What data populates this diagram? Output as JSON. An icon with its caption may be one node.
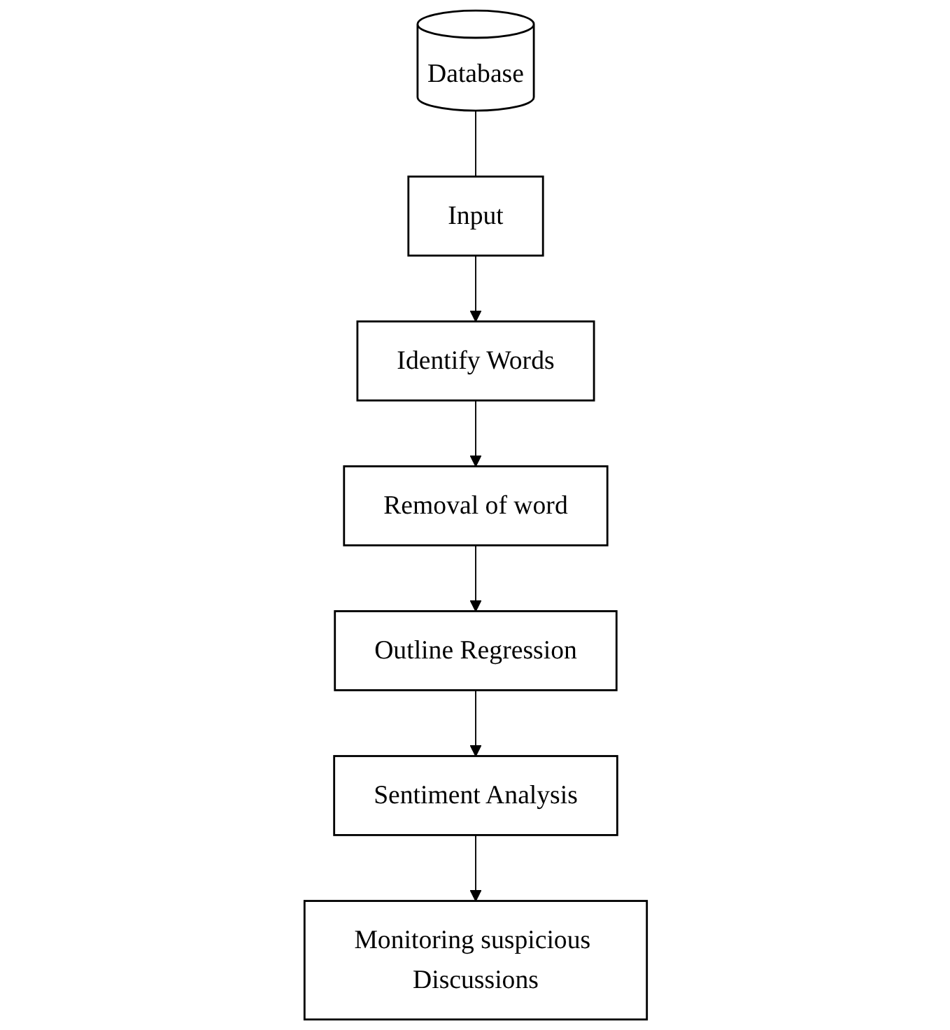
{
  "diagram": {
    "nodes": [
      {
        "text": [
          "Database"
        ]
      },
      {
        "text": [
          "Input"
        ]
      },
      {
        "text": [
          "Identify Words"
        ]
      },
      {
        "text": [
          "Removal of word"
        ]
      },
      {
        "text": [
          "Outline Regression"
        ]
      },
      {
        "text": [
          "Sentiment Analysis"
        ]
      },
      {
        "text": [
          "Monitoring suspicious Discussions"
        ]
      }
    ],
    "edges": [
      {
        "from": 0,
        "to": 1,
        "arrow": "none"
      },
      {
        "from": 1,
        "to": 2,
        "arrow": "to"
      },
      {
        "from": 2,
        "to": 3,
        "arrow": "to"
      },
      {
        "from": 3,
        "to": 4,
        "arrow": "to"
      },
      {
        "from": 4,
        "to": 5,
        "arrow": "to"
      },
      {
        "from": 5,
        "to": 6,
        "arrow": "to"
      }
    ]
  }
}
